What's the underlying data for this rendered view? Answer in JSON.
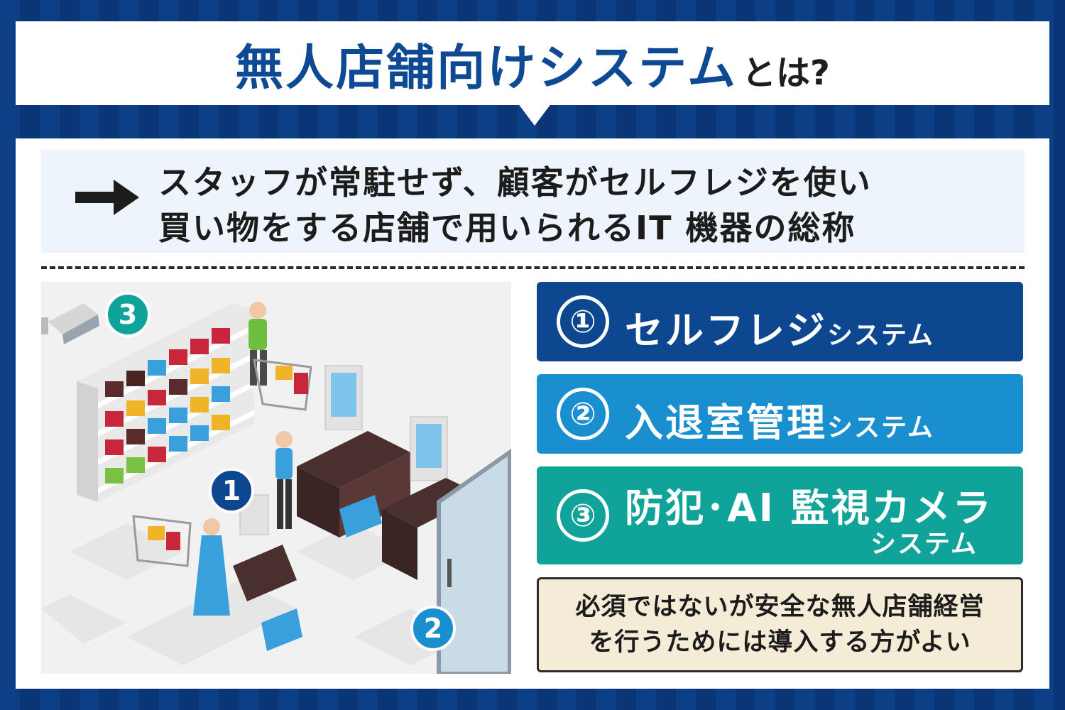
{
  "header": {
    "title_main": "無人店舗向けシステム",
    "title_suffix": "とは?"
  },
  "definition": {
    "line1": "スタッフが常駐せず、顧客がセルフレジを使い",
    "line2": "買い物をする店舗で用いられるIT 機器の総称"
  },
  "systems": [
    {
      "number": "①",
      "name": "セルフレジ",
      "suffix": "システム",
      "color": "#0c4790"
    },
    {
      "number": "②",
      "name": "入退室管理",
      "suffix": "システム",
      "color": "#1a8fcf"
    },
    {
      "number": "③",
      "name": "防犯･AI 監視カメラ",
      "suffix": "システム",
      "color": "#10a39a"
    }
  ],
  "illustration": {
    "badges": [
      {
        "label": "1",
        "color": "#0c4790"
      },
      {
        "label": "2",
        "color": "#1a8fcf"
      },
      {
        "label": "3",
        "color": "#10a39a"
      }
    ]
  },
  "note": {
    "line1": "必須ではないが安全な無人店舗経営",
    "line2": "を行うためには導入する方がよい"
  },
  "colors": {
    "background_navy": "#0d3f86",
    "title_blue": "#0d4a93",
    "note_background": "#f4ecd6"
  }
}
